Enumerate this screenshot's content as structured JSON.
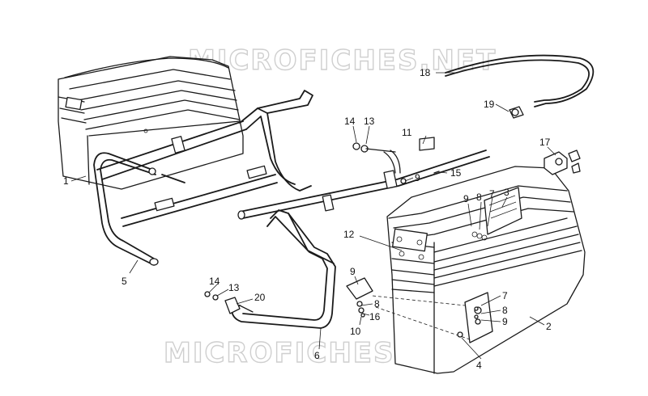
{
  "watermark": "MICROFICHES.NET",
  "callouts": [
    {
      "id": "c18",
      "text": "18"
    },
    {
      "id": "c19",
      "text": "19"
    },
    {
      "id": "c14a",
      "text": "14"
    },
    {
      "id": "c13a",
      "text": "13"
    },
    {
      "id": "c11",
      "text": "11"
    },
    {
      "id": "c17",
      "text": "17"
    },
    {
      "id": "c9a",
      "text": "9"
    },
    {
      "id": "c15",
      "text": "15"
    },
    {
      "id": "c9b",
      "text": "9"
    },
    {
      "id": "c8a",
      "text": "8"
    },
    {
      "id": "c7a",
      "text": "7"
    },
    {
      "id": "c3",
      "text": "3"
    },
    {
      "id": "c1",
      "text": "1"
    },
    {
      "id": "c12",
      "text": "12"
    },
    {
      "id": "c5",
      "text": "5"
    },
    {
      "id": "c9c",
      "text": "9"
    },
    {
      "id": "c14b",
      "text": "14"
    },
    {
      "id": "c13b",
      "text": "13"
    },
    {
      "id": "c20",
      "text": "20"
    },
    {
      "id": "c8b",
      "text": "8"
    },
    {
      "id": "c16",
      "text": "16"
    },
    {
      "id": "c10",
      "text": "10"
    },
    {
      "id": "c7b",
      "text": "7"
    },
    {
      "id": "c8c",
      "text": "8"
    },
    {
      "id": "c9d",
      "text": "9"
    },
    {
      "id": "c2",
      "text": "2"
    },
    {
      "id": "c6",
      "text": "6"
    },
    {
      "id": "c4",
      "text": "4"
    }
  ]
}
